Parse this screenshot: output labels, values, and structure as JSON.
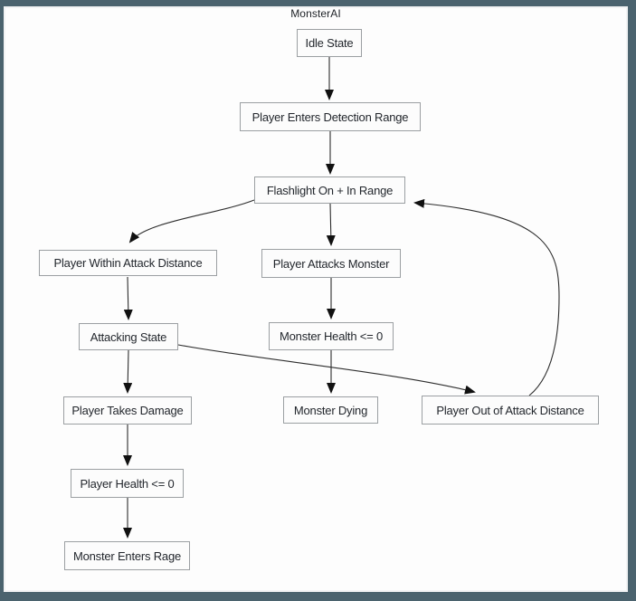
{
  "diagram": {
    "title": "MonsterAI",
    "type": "flowchart",
    "nodes": [
      {
        "id": "idle-state",
        "label": "Idle State"
      },
      {
        "id": "player-enters-detection-range",
        "label": "Player Enters Detection Range"
      },
      {
        "id": "flashlight-on-in-range",
        "label": "Flashlight On + In Range"
      },
      {
        "id": "player-within-attack-distance",
        "label": "Player Within Attack Distance"
      },
      {
        "id": "player-attacks-monster",
        "label": "Player Attacks Monster"
      },
      {
        "id": "attacking-state",
        "label": "Attacking State"
      },
      {
        "id": "monster-health-lte-0",
        "label": "Monster Health <= 0"
      },
      {
        "id": "player-takes-damage",
        "label": "Player Takes Damage"
      },
      {
        "id": "monster-dying",
        "label": "Monster Dying"
      },
      {
        "id": "player-out-of-attack-distance",
        "label": "Player Out of Attack Distance"
      },
      {
        "id": "player-health-lte-0",
        "label": "Player Health <= 0"
      },
      {
        "id": "monster-enters-rage",
        "label": "Monster Enters Rage"
      }
    ],
    "edges": [
      {
        "from": "idle-state",
        "to": "player-enters-detection-range"
      },
      {
        "from": "player-enters-detection-range",
        "to": "flashlight-on-in-range"
      },
      {
        "from": "flashlight-on-in-range",
        "to": "player-within-attack-distance"
      },
      {
        "from": "flashlight-on-in-range",
        "to": "player-attacks-monster"
      },
      {
        "from": "player-within-attack-distance",
        "to": "attacking-state"
      },
      {
        "from": "player-attacks-monster",
        "to": "monster-health-lte-0"
      },
      {
        "from": "attacking-state",
        "to": "player-takes-damage"
      },
      {
        "from": "attacking-state",
        "to": "player-out-of-attack-distance"
      },
      {
        "from": "monster-health-lte-0",
        "to": "monster-dying"
      },
      {
        "from": "player-takes-damage",
        "to": "player-health-lte-0"
      },
      {
        "from": "player-health-lte-0",
        "to": "monster-enters-rage"
      },
      {
        "from": "player-out-of-attack-distance",
        "to": "flashlight-on-in-range"
      }
    ],
    "colors": {
      "frame": "#4b636e",
      "canvas": "#fdfdfd",
      "node_border": "#9b9fa2",
      "node_fill": "#fcfcfc",
      "edge": "#2d2d2d",
      "arrowhead": "#111111",
      "text": "#23272d"
    }
  }
}
